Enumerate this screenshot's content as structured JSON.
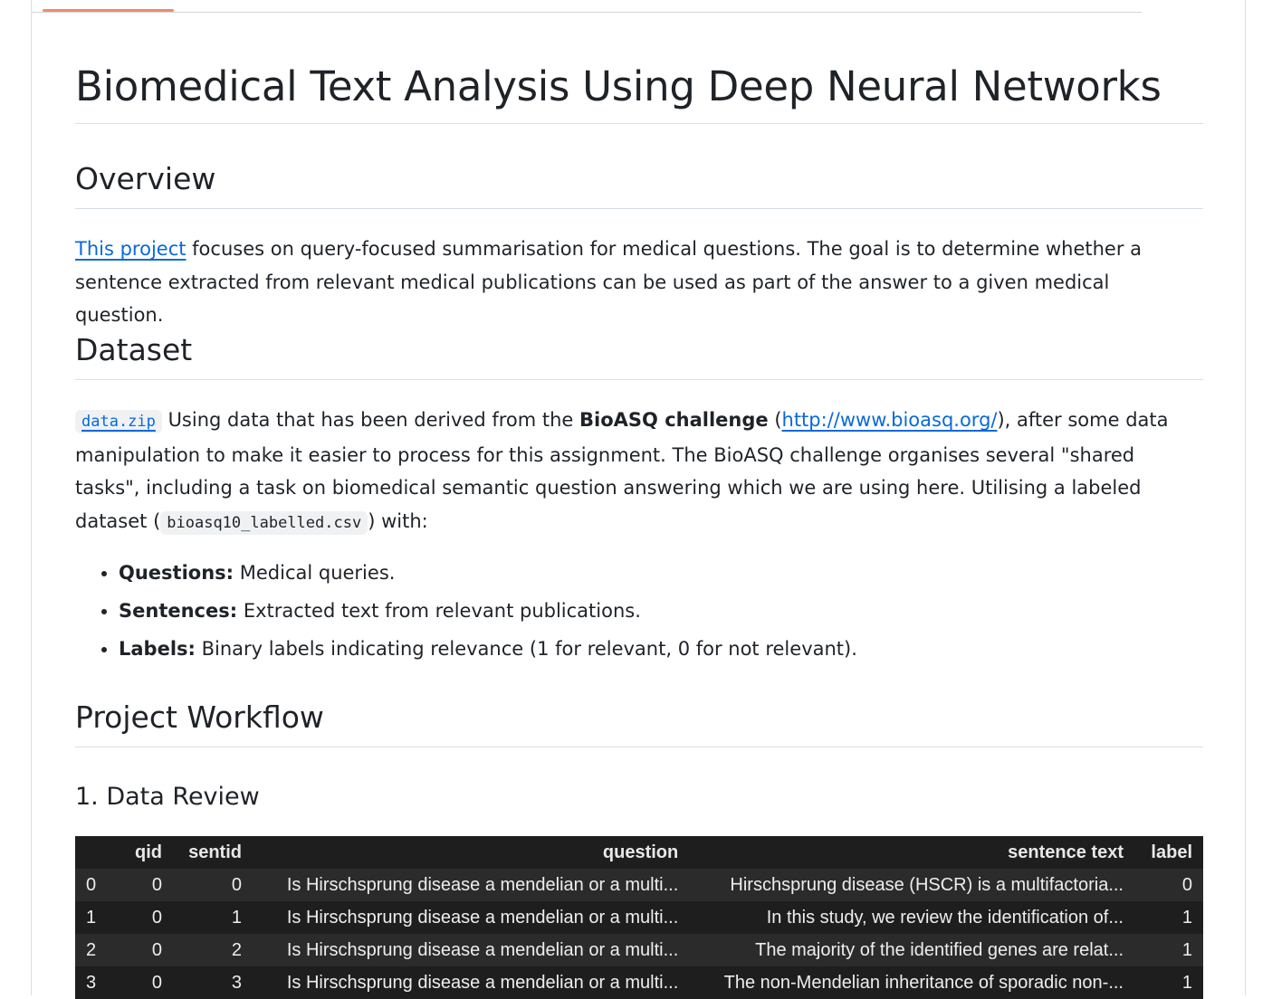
{
  "title": "Biomedical Text Analysis Using Deep Neural Networks",
  "overview": {
    "heading": "Overview",
    "link_text": "This project",
    "text": " focuses on query-focused summarisation for medical questions. The goal is to determine whether a sentence extracted from relevant medical publications can be used as part of the answer to a given medical question."
  },
  "dataset": {
    "heading": "Dataset",
    "file_link": "data.zip",
    "text_1": " Using data that has been derived from the ",
    "bold_1": "BioASQ challenge",
    "text_2": " (",
    "url": "http://www.bioasq.org/",
    "text_3": "), after some data manipulation to make it easier to process for this assignment. The BioASQ challenge organises several \"shared tasks\", including a task on biomedical semantic question answering which we are using here. Utilising a labeled dataset (",
    "code_file": "bioasq10_labelled.csv",
    "text_4": ") with:",
    "items": [
      {
        "label": "Questions:",
        "text": " Medical queries."
      },
      {
        "label": "Sentences:",
        "text": " Extracted text from relevant publications."
      },
      {
        "label": "Labels:",
        "text": " Binary labels indicating relevance (1 for relevant, 0 for not relevant)."
      }
    ]
  },
  "workflow": {
    "heading": "Project Workflow",
    "step_1": "1. Data Review"
  },
  "dataframe": {
    "columns": [
      "",
      "qid",
      "sentid",
      "question",
      "sentence text",
      "label"
    ],
    "rows": [
      [
        "0",
        "0",
        "0",
        "Is Hirschsprung disease a mendelian or a multi...",
        "Hirschsprung disease (HSCR) is a multifactoria...",
        "0"
      ],
      [
        "1",
        "0",
        "1",
        "Is Hirschsprung disease a mendelian or a multi...",
        "In this study, we review the identification of...",
        "1"
      ],
      [
        "2",
        "0",
        "2",
        "Is Hirschsprung disease a mendelian or a multi...",
        "The majority of the identified genes are relat...",
        "1"
      ],
      [
        "3",
        "0",
        "3",
        "Is Hirschsprung disease a mendelian or a multi...",
        "The non-Mendelian inheritance of sporadic non-...",
        "1"
      ]
    ]
  }
}
